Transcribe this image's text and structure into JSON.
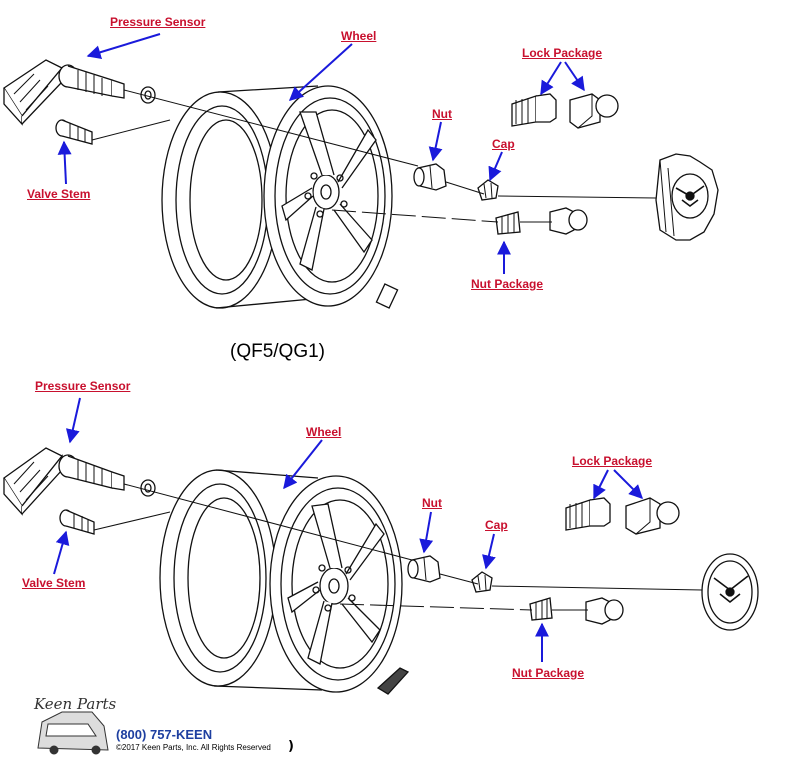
{
  "colors": {
    "label": "#c8102e",
    "arrow": "#1a1adb",
    "line": "#111111",
    "phone": "#1e3fa0"
  },
  "upper": {
    "labels": {
      "pressure_sensor": "Pressure Sensor",
      "wheel": "Wheel",
      "lock_package": "Lock Package",
      "nut": "Nut",
      "cap": "Cap",
      "valve_stem": "Valve Stem",
      "nut_package": "Nut Package"
    },
    "caption": "(QF5/QG1)"
  },
  "lower": {
    "labels": {
      "pressure_sensor": "Pressure Sensor",
      "wheel": "Wheel",
      "nut": "Nut",
      "lock_package": "Lock Package",
      "cap": "Cap",
      "valve_stem": "Valve Stem",
      "nut_package": "Nut Package"
    }
  },
  "footer": {
    "brand": "Keen Parts",
    "phone": "(800) 757-KEEN",
    "copyright": "©2017 Keen Parts, Inc. All Rights Reserved",
    "logo_icon": "corvette-car-icon"
  }
}
